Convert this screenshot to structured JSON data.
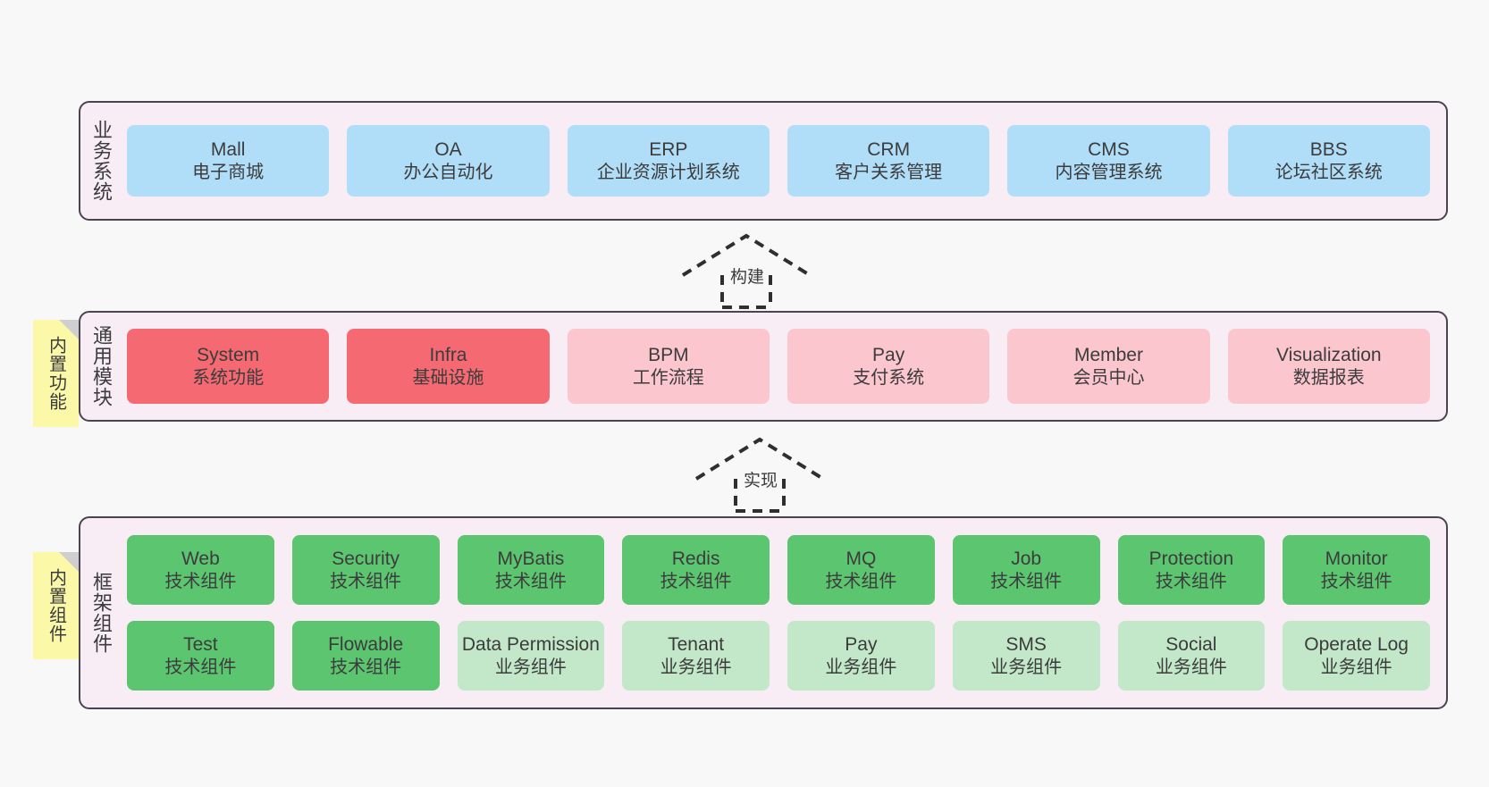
{
  "diagram": {
    "title": "",
    "colors": {
      "page_bg": "#f8f8f8",
      "panel_bg": "#f8ecf5",
      "panel_border": "#4a4450",
      "business": "#b0ddf7",
      "module_core": "#f56a72",
      "module_plain": "#fbc6ce",
      "tech_component": "#5cc570",
      "biz_component": "#c2e8c9",
      "note": "#fbf9a8",
      "note_fold": "#cfcfcf"
    }
  },
  "layers": [
    {
      "caption": "业务系统",
      "rows": [
        {
          "cards": [
            {
              "name": "Mall",
              "sub": "电子商城"
            },
            {
              "name": "OA",
              "sub": "办公自动化"
            },
            {
              "name": "ERP",
              "sub": "企业资源计划系统"
            },
            {
              "name": "CRM",
              "sub": "客户关系管理"
            },
            {
              "name": "CMS",
              "sub": "内容管理系统"
            },
            {
              "name": "BBS",
              "sub": "论坛社区系统"
            }
          ]
        }
      ]
    },
    {
      "caption": "通用模块",
      "note": "内置功能",
      "rows": [
        {
          "cards": [
            {
              "name": "System",
              "sub": "系统功能"
            },
            {
              "name": "Infra",
              "sub": "基础设施"
            },
            {
              "name": "BPM",
              "sub": "工作流程"
            },
            {
              "name": "Pay",
              "sub": "支付系统"
            },
            {
              "name": "Member",
              "sub": "会员中心"
            },
            {
              "name": "Visualization",
              "sub": "数据报表"
            }
          ]
        }
      ]
    },
    {
      "caption": "框架组件",
      "note": "内置组件",
      "rows": [
        {
          "cards": [
            {
              "name": "Web",
              "sub": "技术组件"
            },
            {
              "name": "Security",
              "sub": "技术组件"
            },
            {
              "name": "MyBatis",
              "sub": "技术组件"
            },
            {
              "name": "Redis",
              "sub": "技术组件"
            },
            {
              "name": "MQ",
              "sub": "技术组件"
            },
            {
              "name": "Job",
              "sub": "技术组件"
            },
            {
              "name": "Protection",
              "sub": "技术组件"
            },
            {
              "name": "Monitor",
              "sub": "技术组件"
            }
          ]
        },
        {
          "cards": [
            {
              "name": "Test",
              "sub": "技术组件"
            },
            {
              "name": "Flowable",
              "sub": "技术组件"
            },
            {
              "name": "Data Permission",
              "sub": "业务组件"
            },
            {
              "name": "Tenant",
              "sub": "业务组件"
            },
            {
              "name": "Pay",
              "sub": "业务组件"
            },
            {
              "name": "SMS",
              "sub": "业务组件"
            },
            {
              "name": "Social",
              "sub": "业务组件"
            },
            {
              "name": "Operate Log",
              "sub": "业务组件"
            }
          ]
        }
      ]
    }
  ],
  "connectors": [
    {
      "label": "构建",
      "from": "通用模块",
      "to": "业务系统"
    },
    {
      "label": "实现",
      "from": "框架组件",
      "to": "通用模块"
    }
  ]
}
